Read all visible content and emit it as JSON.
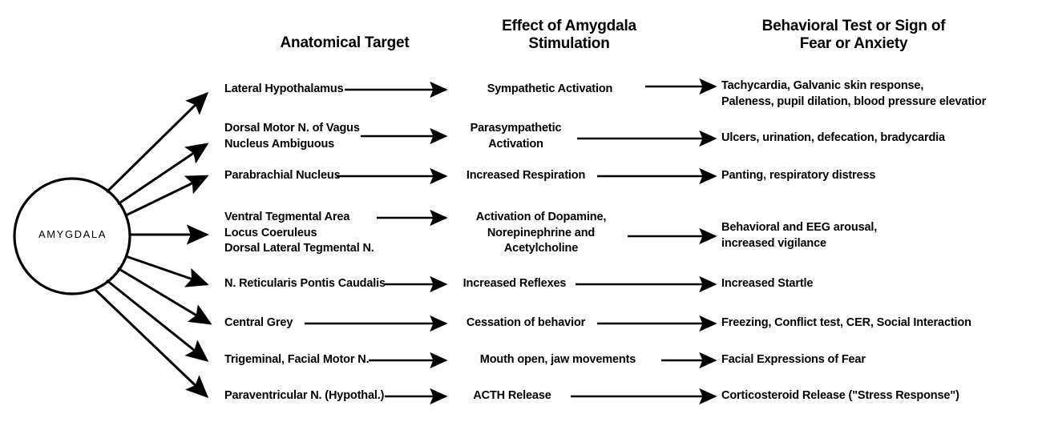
{
  "figure": {
    "source_node": "AMYGDALA",
    "headers": {
      "col1": "Anatomical Target",
      "col2": "Effect of Amygdala\nStimulation",
      "col3": "Behavioral Test or Sign of\nFear or Anxiety"
    },
    "rows": [
      {
        "target": "Lateral Hypothalamus",
        "effect": "Sympathetic Activation",
        "behavior": "Tachycardia, Galvanic skin response,\n  Paleness, pupil dilation, blood pressure elevatior"
      },
      {
        "target": "Dorsal Motor N. of Vagus\nNucleus Ambiguous",
        "effect": "Parasympathetic\nActivation",
        "behavior": "Ulcers, urination, defecation, bradycardia"
      },
      {
        "target": "Parabrachial Nucleus",
        "effect": "Increased Respiration",
        "behavior": "Panting, respiratory distress"
      },
      {
        "target": "Ventral Tegmental Area\nLocus Coeruleus\nDorsal Lateral Tegmental N.",
        "effect": "Activation of Dopamine,\nNorepinephrine and\nAcetylcholine",
        "behavior": "Behavioral and EEG arousal,\n  increased vigilance"
      },
      {
        "target": "N. Reticularis Pontis Caudalis",
        "effect": "Increased Reflexes",
        "behavior": "Increased Startle"
      },
      {
        "target": "Central Grey",
        "effect": "Cessation of behavior",
        "behavior": "Freezing, Conflict test, CER, Social Interaction"
      },
      {
        "target": "Trigeminal, Facial Motor N.",
        "effect": "Mouth open, jaw movements",
        "behavior": "Facial Expressions of Fear"
      },
      {
        "target": "Paraventricular N. (Hypothal.)",
        "effect": "ACTH Release",
        "behavior": "Corticosteroid Release (\"Stress Response\")"
      }
    ],
    "colors": {
      "ink": "#000000",
      "background": "#ffffff"
    }
  }
}
